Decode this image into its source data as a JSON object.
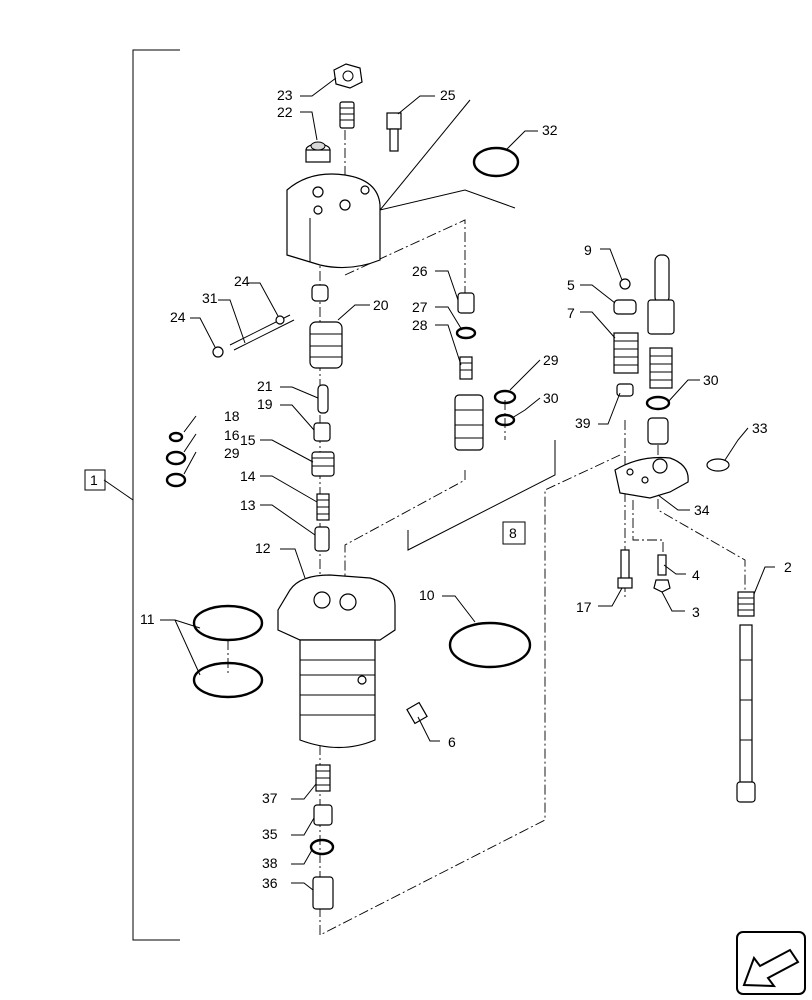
{
  "callouts": [
    {
      "id": "p1",
      "text": "1"
    },
    {
      "id": "p2",
      "text": "2"
    },
    {
      "id": "p3",
      "text": "3"
    },
    {
      "id": "p4",
      "text": "4"
    },
    {
      "id": "p5",
      "text": "5"
    },
    {
      "id": "p6",
      "text": "6"
    },
    {
      "id": "p7",
      "text": "7"
    },
    {
      "id": "p8",
      "text": "8"
    },
    {
      "id": "p9",
      "text": "9"
    },
    {
      "id": "p10",
      "text": "10"
    },
    {
      "id": "p11",
      "text": "11"
    },
    {
      "id": "p12",
      "text": "12"
    },
    {
      "id": "p13",
      "text": "13"
    },
    {
      "id": "p14",
      "text": "14"
    },
    {
      "id": "p15",
      "text": "15"
    },
    {
      "id": "p16",
      "text": "16"
    },
    {
      "id": "p17",
      "text": "17"
    },
    {
      "id": "p18",
      "text": "18"
    },
    {
      "id": "p19",
      "text": "19"
    },
    {
      "id": "p20",
      "text": "20"
    },
    {
      "id": "p21",
      "text": "21"
    },
    {
      "id": "p22",
      "text": "22"
    },
    {
      "id": "p23",
      "text": "23"
    },
    {
      "id": "p24a",
      "text": "24"
    },
    {
      "id": "p24b",
      "text": "24"
    },
    {
      "id": "p25",
      "text": "25"
    },
    {
      "id": "p26",
      "text": "26"
    },
    {
      "id": "p27",
      "text": "27"
    },
    {
      "id": "p28",
      "text": "28"
    },
    {
      "id": "p29a",
      "text": "29"
    },
    {
      "id": "p29b",
      "text": "29"
    },
    {
      "id": "p30a",
      "text": "30"
    },
    {
      "id": "p30b",
      "text": "30"
    },
    {
      "id": "p31",
      "text": "31"
    },
    {
      "id": "p32",
      "text": "32"
    },
    {
      "id": "p33",
      "text": "33"
    },
    {
      "id": "p34",
      "text": "34"
    },
    {
      "id": "p35",
      "text": "35"
    },
    {
      "id": "p36",
      "text": "36"
    },
    {
      "id": "p37",
      "text": "37"
    },
    {
      "id": "p38",
      "text": "38"
    },
    {
      "id": "p39",
      "text": "39"
    }
  ],
  "nav_icon": "arrow-direction-icon"
}
